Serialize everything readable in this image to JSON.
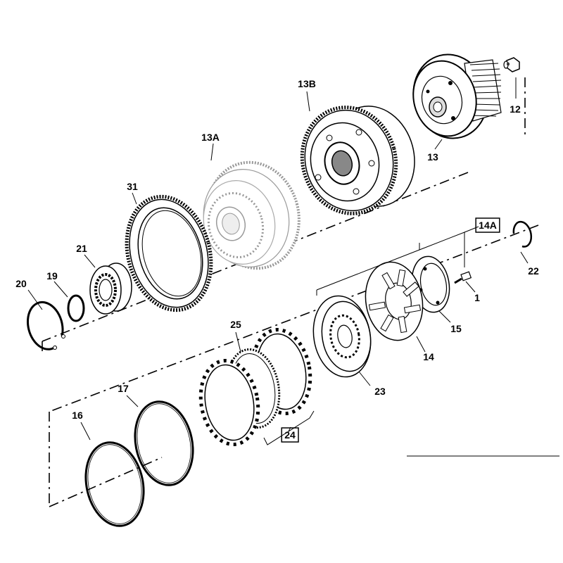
{
  "parts": [
    {
      "key": "p12",
      "number": "12"
    },
    {
      "key": "p13",
      "number": "13"
    },
    {
      "key": "p13b",
      "number": "13B"
    },
    {
      "key": "p13a",
      "number": "13A"
    },
    {
      "key": "p31",
      "number": "31"
    },
    {
      "key": "p14a",
      "number": "14A",
      "boxed": true
    },
    {
      "key": "p22",
      "number": "22"
    },
    {
      "key": "p1",
      "number": "1"
    },
    {
      "key": "p15",
      "number": "15"
    },
    {
      "key": "p14",
      "number": "14"
    },
    {
      "key": "p23",
      "number": "23"
    },
    {
      "key": "p25",
      "number": "25"
    },
    {
      "key": "p24",
      "number": "24",
      "boxed": true
    },
    {
      "key": "p21",
      "number": "21"
    },
    {
      "key": "p20",
      "number": "20"
    },
    {
      "key": "p19",
      "number": "19"
    },
    {
      "key": "p17",
      "number": "17"
    },
    {
      "key": "p16",
      "number": "16"
    }
  ]
}
